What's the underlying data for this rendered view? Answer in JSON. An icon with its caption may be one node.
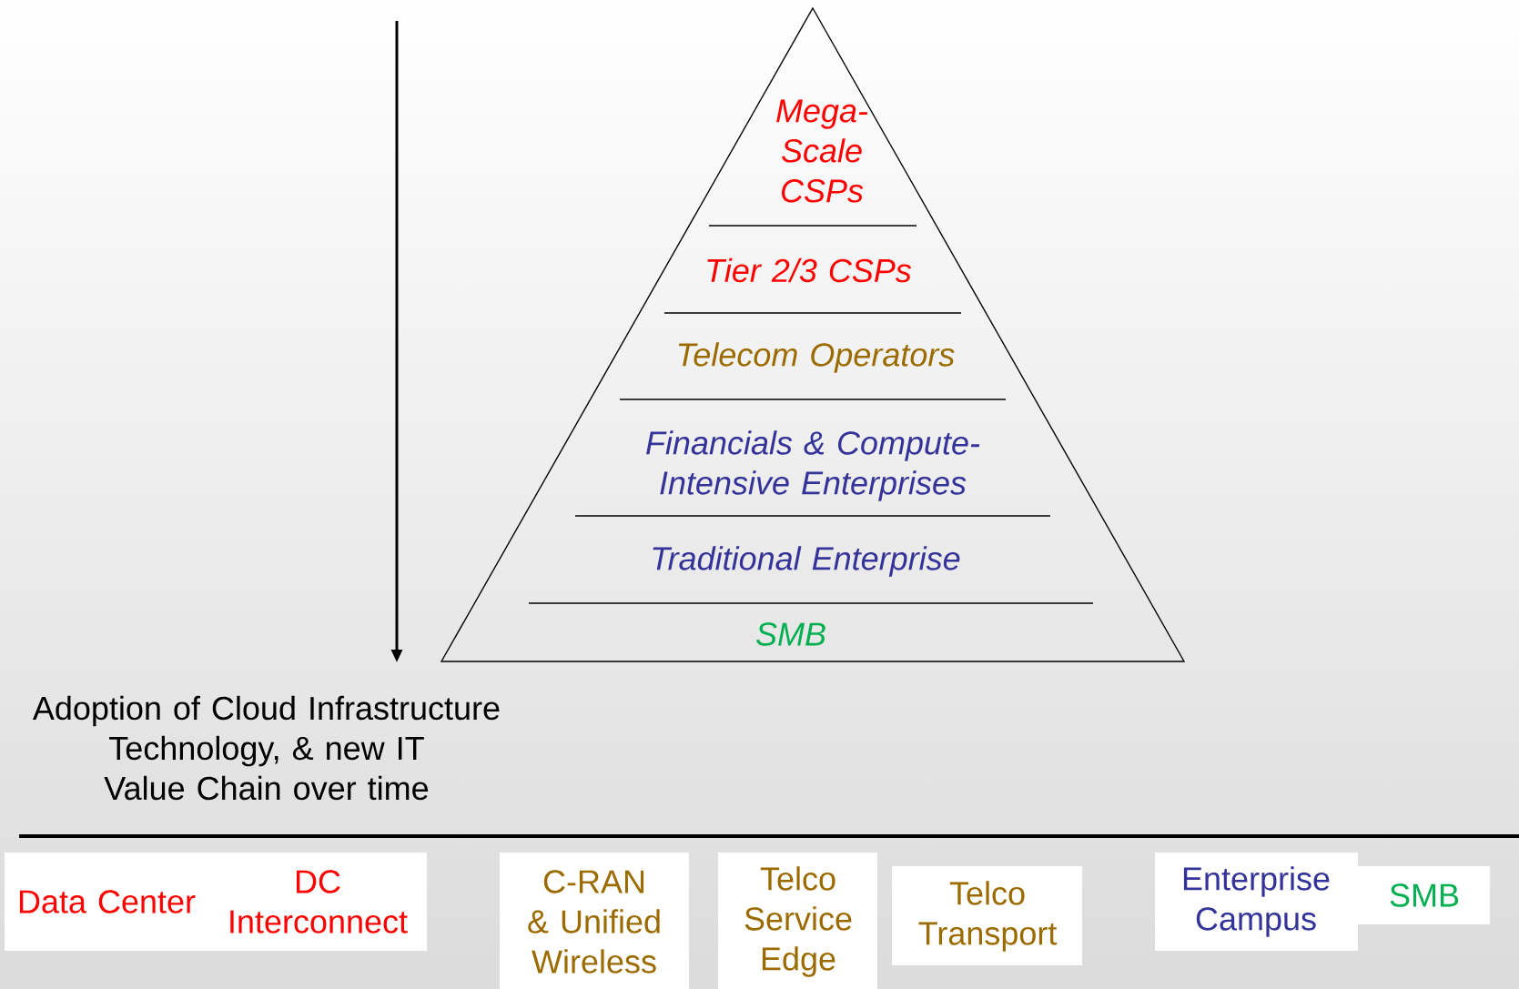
{
  "diagram": {
    "nodes": [
      {
        "text": [
          "Mega-Scale CSPs"
        ]
      },
      {
        "text": [
          "Tier 2/3 CSPs"
        ]
      },
      {
        "text": [
          "Telecom Operators"
        ]
      },
      {
        "text": [
          "Financials & Compute-Intensive Enterprises"
        ]
      },
      {
        "text": [
          "Traditional Enterprise"
        ]
      },
      {
        "text": [
          "SMB"
        ]
      },
      {
        "text": [
          "Data Center"
        ]
      },
      {
        "text": [
          "DC Interconnect"
        ]
      },
      {
        "text": [
          "C-RAN & Unified Wireless"
        ]
      },
      {
        "text": [
          "Telco Service Edge"
        ]
      },
      {
        "text": [
          "Telco Transport"
        ]
      },
      {
        "text": [
          "Enterprise Campus"
        ]
      },
      {
        "text": [
          "SMB"
        ]
      }
    ],
    "labels": [
      "Adoption of Cloud Infrastructure Technology, & new IT Value Chain over time"
    ]
  }
}
